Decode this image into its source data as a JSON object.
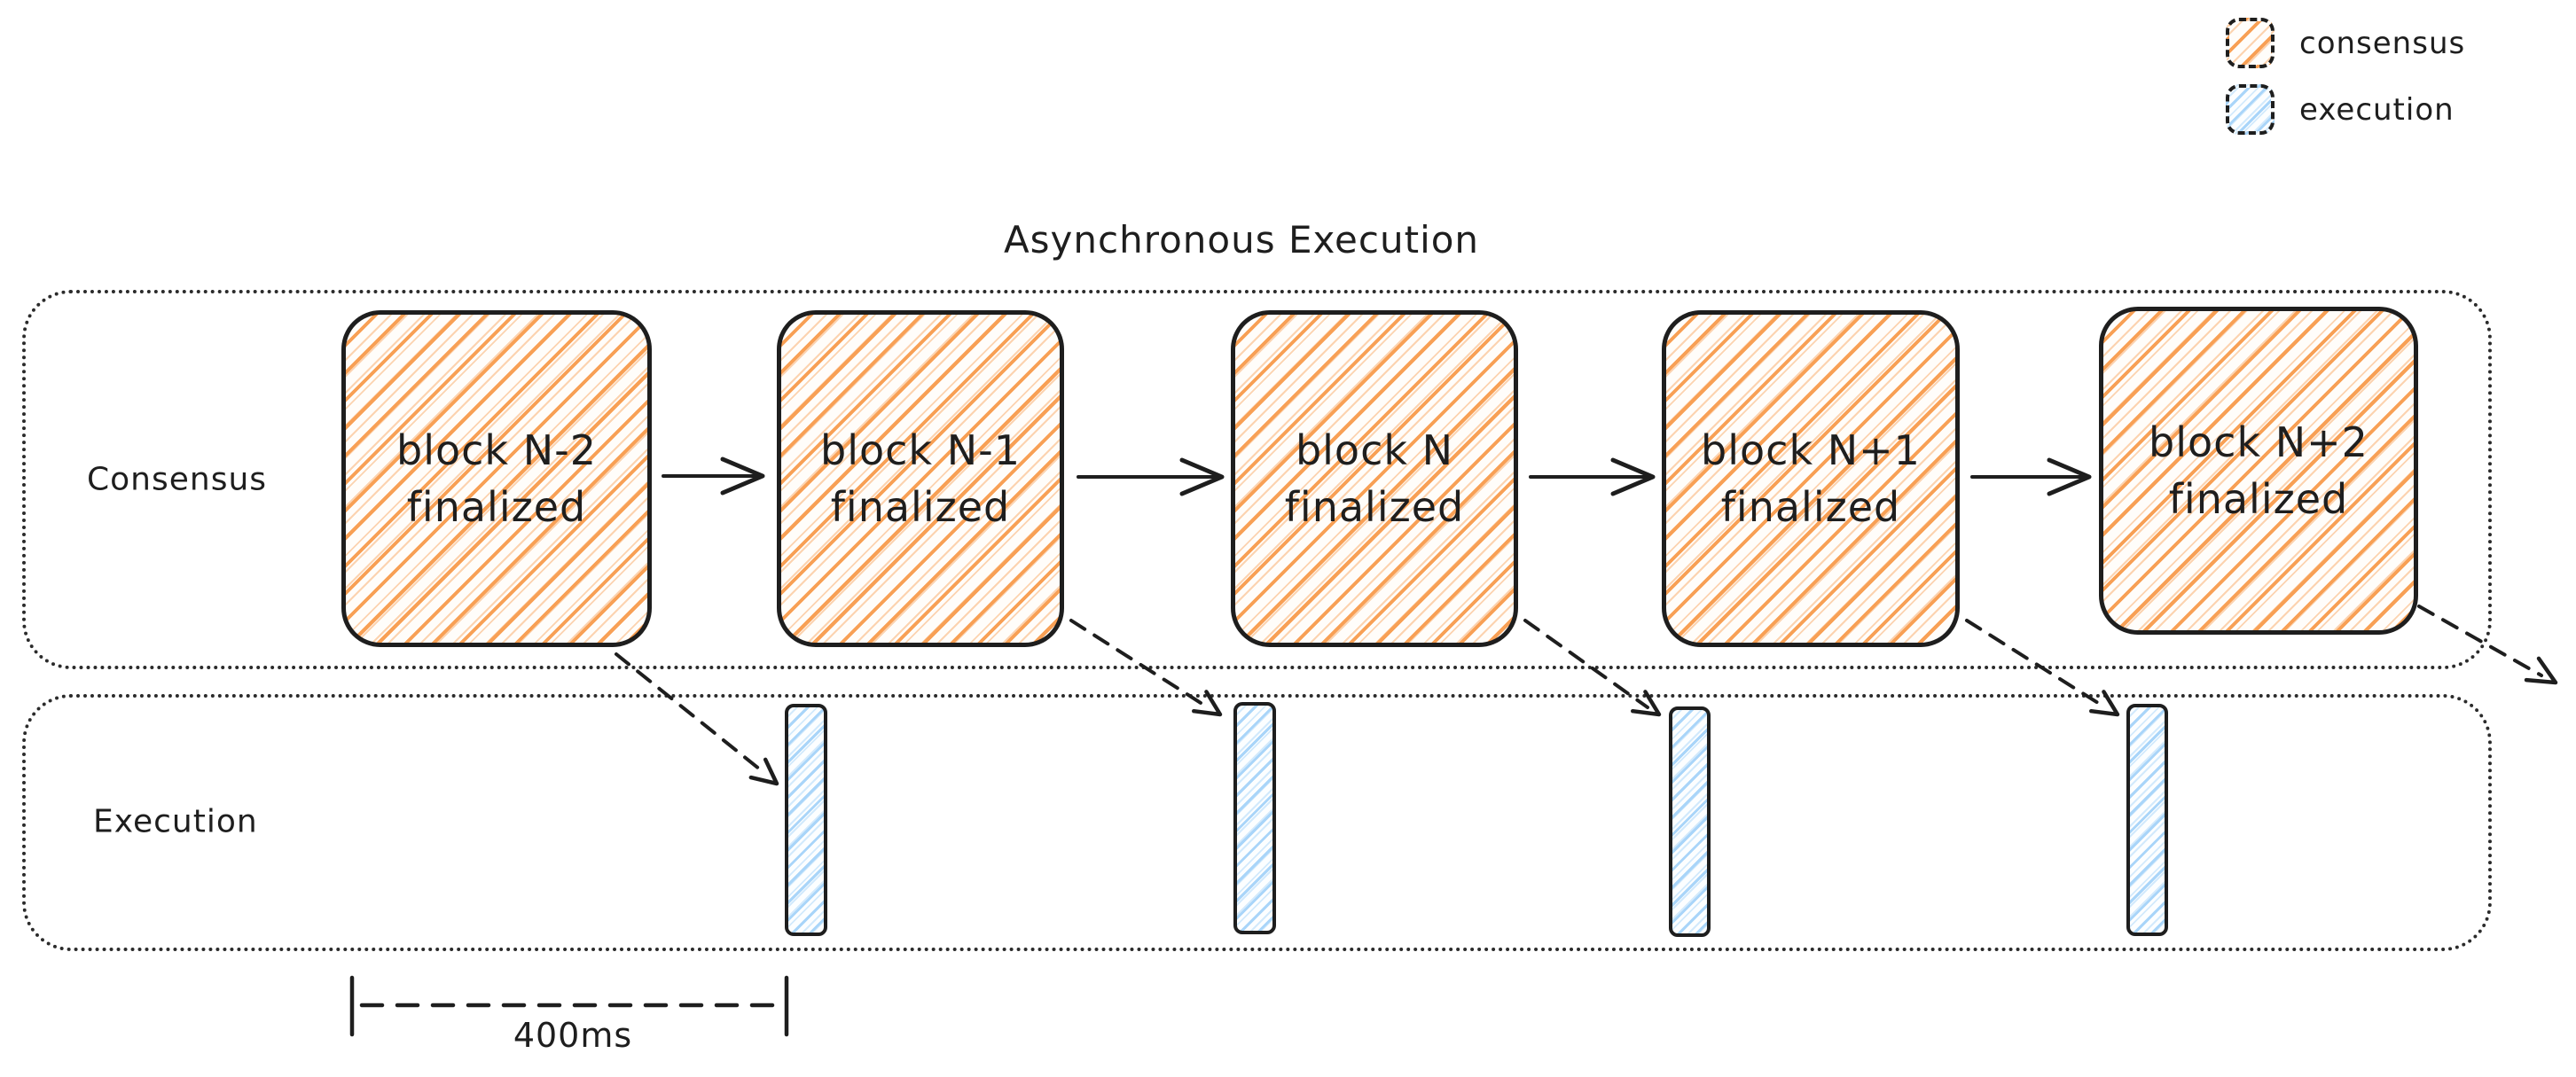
{
  "title": "Asynchronous Execution",
  "legend": {
    "items": [
      {
        "label": "consensus",
        "swatch": "orange-hatch",
        "swatch_color": "#f8a055"
      },
      {
        "label": "execution",
        "swatch": "blue-hatch",
        "swatch_color": "#a9d5f9"
      }
    ]
  },
  "lanes": {
    "consensus": {
      "label": "Consensus"
    },
    "execution": {
      "label": "Execution"
    }
  },
  "blocks": [
    {
      "line1": "block N-2",
      "line2": "finalized"
    },
    {
      "line1": "block N-1",
      "line2": "finalized"
    },
    {
      "line1": "block N",
      "line2": "finalized"
    },
    {
      "line1": "block N+1",
      "line2": "finalized"
    },
    {
      "line1": "block N+2",
      "line2": "finalized"
    }
  ],
  "execution_bars": {
    "count": 4
  },
  "measurement": {
    "label": "400ms"
  },
  "colors": {
    "ink": "#1e1e1e",
    "consensus_hatch": "#f8a055",
    "execution_hatch": "#a9d5f9",
    "background": "#ffffff"
  }
}
